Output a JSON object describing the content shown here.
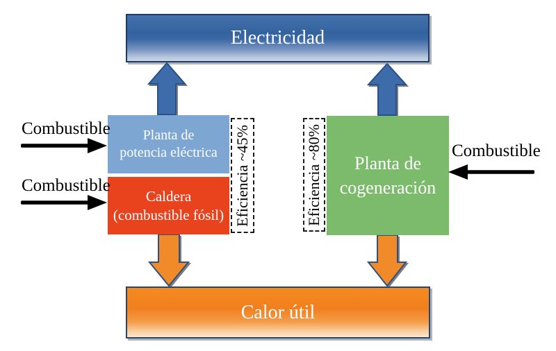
{
  "diagram": {
    "nodes": {
      "electricity": {
        "label": "Electricidad"
      },
      "power_plant": {
        "line1": "Planta de",
        "line2": "potencia eléctrica"
      },
      "boiler": {
        "line1": "Caldera",
        "line2": "(combustible fósil)"
      },
      "cogeneration": {
        "line1": "Planta de",
        "line2": "cogeneración"
      },
      "useful_heat": {
        "label": "Calor útil"
      }
    },
    "efficiency": {
      "separate_production": "Eficiencia ~45%",
      "cogeneration": "Eficiencia ~80%"
    },
    "fuel_inputs": {
      "power_plant": "Combustible",
      "boiler": "Combustible",
      "cogeneration": "Combustible"
    },
    "colors": {
      "electricity_bar_blue": "#33639f",
      "heat_bar_orange": "#f0801f",
      "power_plant_blue": "#7ea6d3",
      "boiler_red": "#e9431e",
      "cogeneration_green": "#7cba6c",
      "flow_arrow_blue": "#3e6baa",
      "flow_arrow_orange": "#f18a28",
      "fuel_arrow_black": "#000000"
    }
  }
}
